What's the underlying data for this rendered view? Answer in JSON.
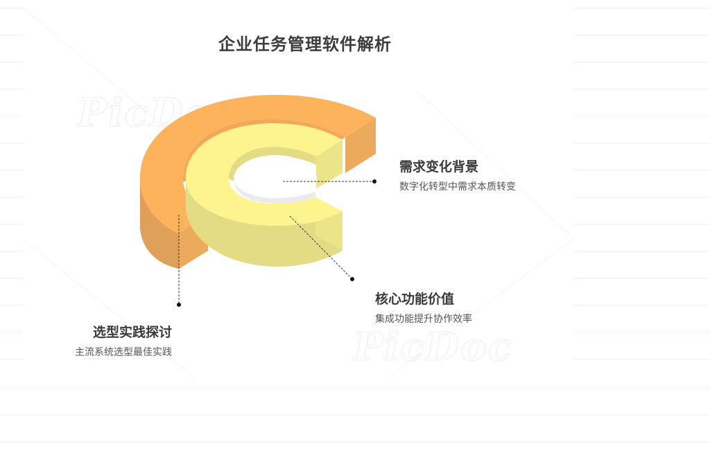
{
  "title": "企业任务管理软件解析",
  "watermark": "PicDoc",
  "colors": {
    "outer_top": "#FDB25C",
    "outer_side": "#DFA05A",
    "outer_end": "#ECAA5C",
    "inner_top": "#FEF48E",
    "inner_side": "#E3DC84",
    "inner_end": "#ECE489",
    "hole": "#FFFFFF",
    "hole_wall": "#EBEBEB",
    "text_dark": "#3A3A3A",
    "text_sub": "#555555"
  },
  "items": [
    {
      "title": "需求变化背景",
      "subtitle": "数字化转型中需求本质转变"
    },
    {
      "title": "核心功能价值",
      "subtitle": "集成功能提升协作效率"
    },
    {
      "title": "选型实践探讨",
      "subtitle": "主流系统选型最佳实践"
    }
  ]
}
